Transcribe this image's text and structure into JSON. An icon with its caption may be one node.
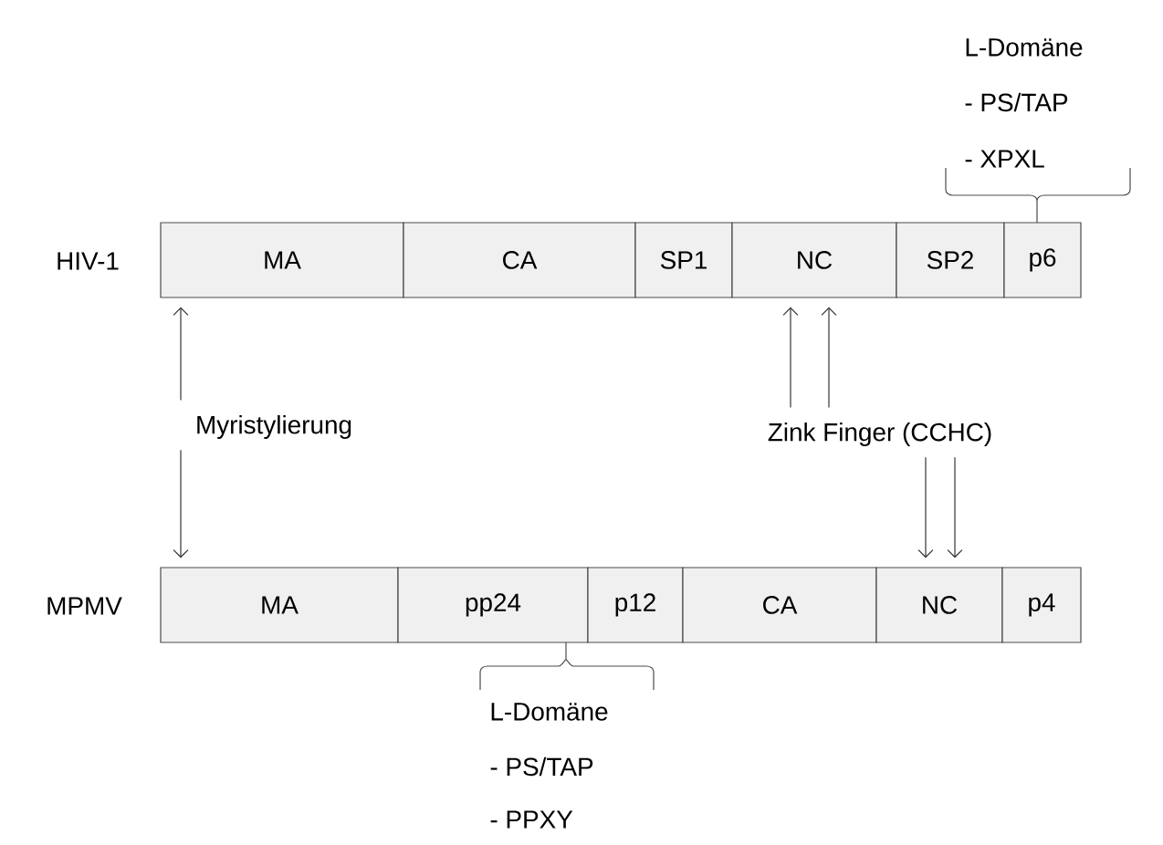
{
  "diagram": {
    "nodes": [
      {
        "text": [
          "MA"
        ]
      },
      {
        "text": [
          "CA"
        ]
      },
      {
        "text": [
          "SP1"
        ]
      },
      {
        "text": [
          "NC"
        ]
      },
      {
        "text": [
          "SP2"
        ]
      },
      {
        "text": [
          "p6"
        ]
      },
      {
        "text": [
          "Myristylierung"
        ]
      },
      {
        "text": [
          "Zink Finger (CCHC)"
        ]
      },
      {
        "text": [
          "MA"
        ]
      },
      {
        "text": [
          "pp24"
        ]
      },
      {
        "text": [
          "p12"
        ]
      },
      {
        "text": [
          "CA"
        ]
      },
      {
        "text": [
          "NC"
        ]
      },
      {
        "text": [
          "p4"
        ]
      }
    ],
    "edges": [
      {
        "from": 6,
        "to": 0,
        "arrow": "to"
      },
      {
        "from": 7,
        "to": 3,
        "arrow": "to"
      },
      {
        "from": 7,
        "to": 3,
        "arrow": "to"
      },
      {
        "from": 6,
        "to": 8,
        "arrow": "to"
      },
      {
        "from": 7,
        "to": 12,
        "arrow": "to"
      },
      {
        "from": 7,
        "to": 12,
        "arrow": "to"
      }
    ],
    "labels": [
      "L-Domäne",
      "- PS/TAP",
      "- XPXL",
      "HIV-1",
      "MPMV",
      "L-Domäne",
      "- PS/TAP",
      "- PPXY"
    ]
  }
}
